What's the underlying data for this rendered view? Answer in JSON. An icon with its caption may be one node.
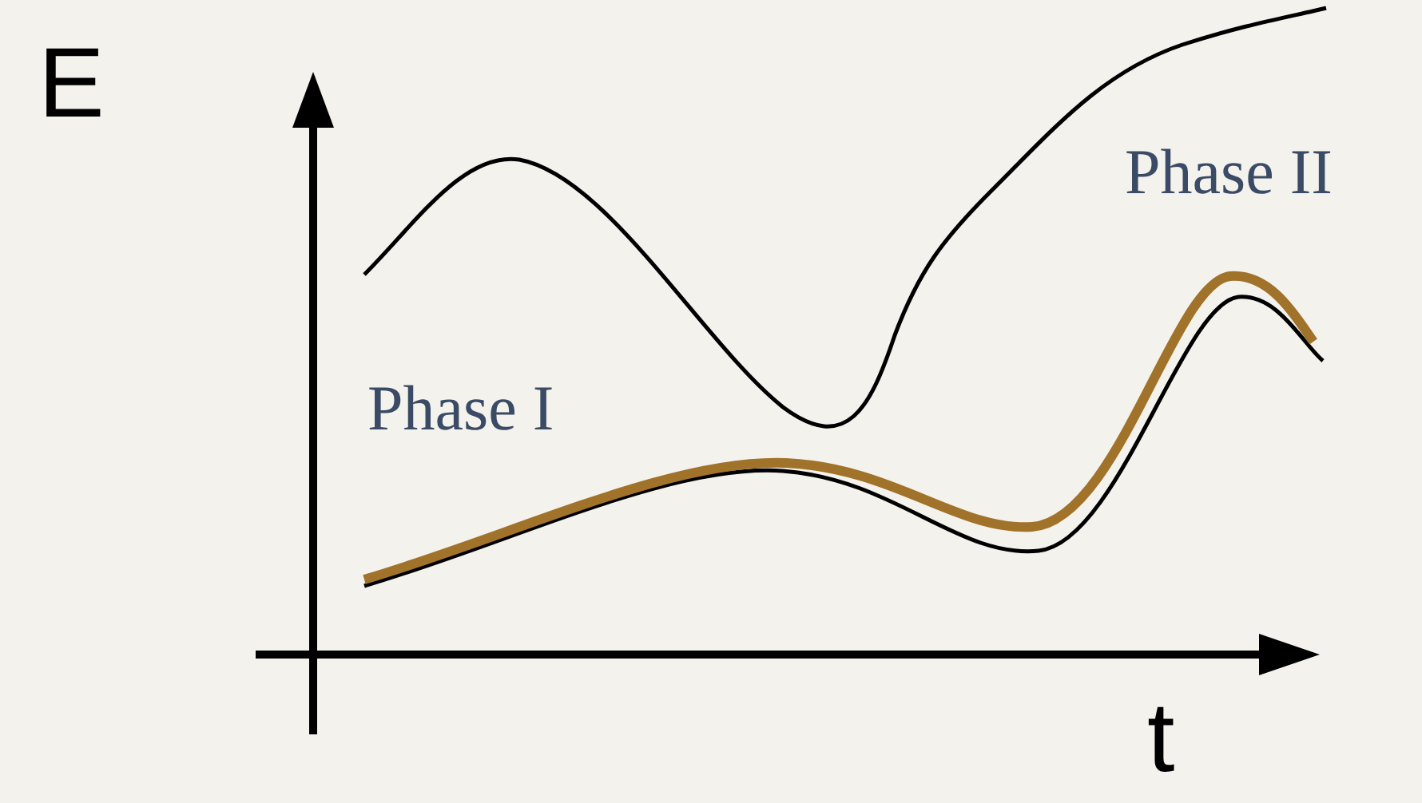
{
  "diagram": {
    "labels": [
      "E",
      "Phase II",
      "Phase I",
      "t"
    ]
  }
}
